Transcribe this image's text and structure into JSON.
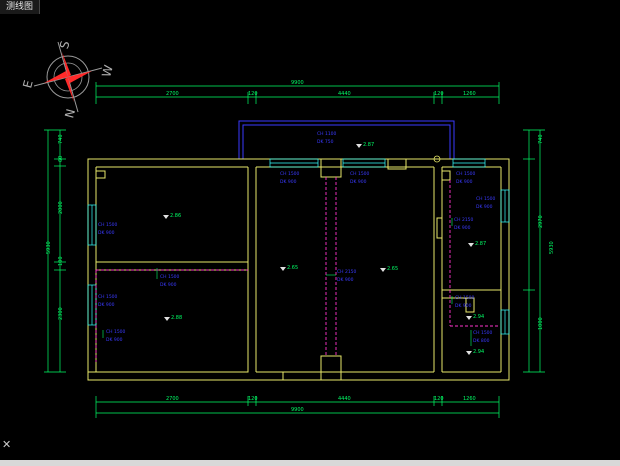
{
  "tab": {
    "title": "测线图"
  },
  "compass": {
    "n": "N",
    "s": "S",
    "e": "E",
    "w": "W"
  },
  "dims": {
    "top_total": "9900",
    "top_segments": [
      "2700",
      "120",
      "4440",
      "120",
      "1260"
    ],
    "bottom_total": "9900",
    "bottom_segments": [
      "2700",
      "120",
      "4440",
      "120",
      "1260"
    ],
    "left_total": "5930",
    "left_segments": [
      "740",
      "60",
      "2000",
      "100",
      "2300"
    ],
    "right_total": "5930",
    "right_segments": [
      "740",
      "2970",
      "1000"
    ]
  },
  "heights": [
    "2.87",
    "2.86",
    "2.65",
    "2.65",
    "2.88",
    "2.87",
    "2.94",
    "2.94"
  ],
  "window_labels": {
    "c1": [
      "CH 1100",
      "DK 750"
    ],
    "c2": [
      "CH 1500",
      "DK 900"
    ],
    "c3": [
      "CH 1500",
      "DK 900"
    ],
    "c4": [
      "CH 1500",
      "DK 900"
    ],
    "c5": [
      "CH 1500",
      "DK 900"
    ],
    "c6": [
      "CH 1500",
      "DK 900"
    ],
    "c7": [
      "CH 2150",
      "DK 900"
    ],
    "c8": [
      "CH 1500",
      "DK 900"
    ],
    "c9": [
      "CH 2150",
      "DK 900"
    ],
    "c10": [
      "CH 1500",
      "DK 900"
    ],
    "c11": [
      "CH 1500",
      "DK 900"
    ],
    "c12": [
      "CH 1500",
      "DK 900"
    ],
    "c13": [
      "CH 1500",
      "DK 800"
    ]
  },
  "colors": {
    "dim": "#00ff66",
    "wall": "#e8e86a",
    "text": "#3a3aff",
    "dash": "#ff33cc",
    "blue": "#3a3aff",
    "cyan": "#33ffff"
  }
}
